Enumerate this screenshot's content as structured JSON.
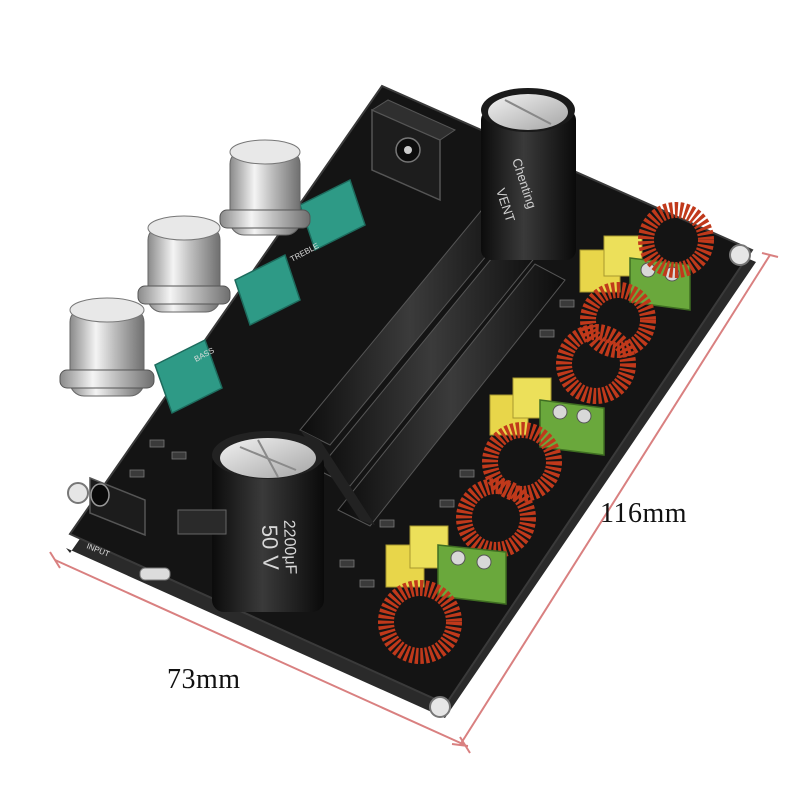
{
  "photo": {
    "dimensions": {
      "width_label": "116mm",
      "depth_label": "73mm"
    },
    "pcb_labels": {
      "input": "INPUT",
      "treble": "TREBLE",
      "bass": "BASS",
      "cap_large_value": "2200μF",
      "cap_large_voltage": "50 V",
      "cap_small_brand": "Chenting",
      "cap_small_series": "VENT"
    },
    "colors": {
      "pcb": "#141414",
      "dimension_line": "#d98080",
      "inductor_copper": "#c0391b",
      "terminal_green": "#6aa83c",
      "cap_yellow": "#e8d64a",
      "pot_teal": "#2e9a86",
      "knob_chrome": "#cfcfcf"
    }
  }
}
